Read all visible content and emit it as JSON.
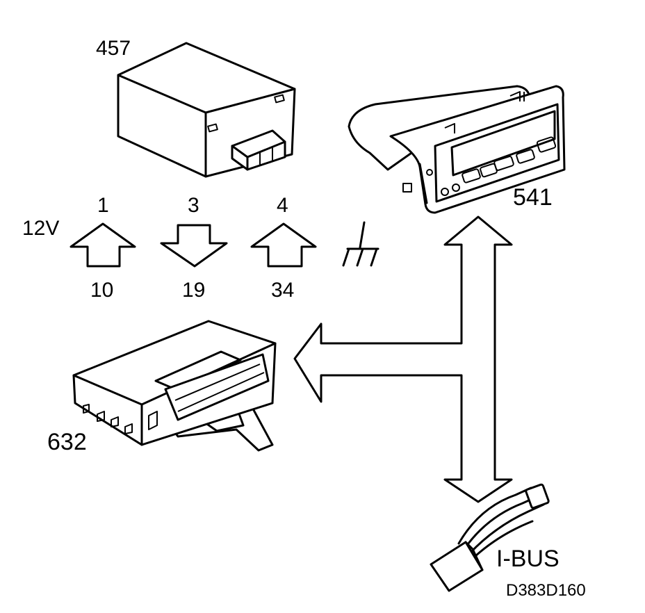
{
  "components": {
    "module_457": {
      "label": "457"
    },
    "radio_541": {
      "label": "541"
    },
    "module_632": {
      "label": "632"
    },
    "ibus_connector": {
      "label": "I-BUS"
    }
  },
  "pins": [
    {
      "top": "1",
      "bottom": "10",
      "direction": "up"
    },
    {
      "top": "3",
      "bottom": "19",
      "direction": "down"
    },
    {
      "top": "4",
      "bottom": "34",
      "direction": "up"
    }
  ],
  "supply_label": "12V",
  "ground_symbol": "ground-icon",
  "drawing_code": "D383D160",
  "colors": {
    "ink": "#000000",
    "paper": "#ffffff"
  }
}
